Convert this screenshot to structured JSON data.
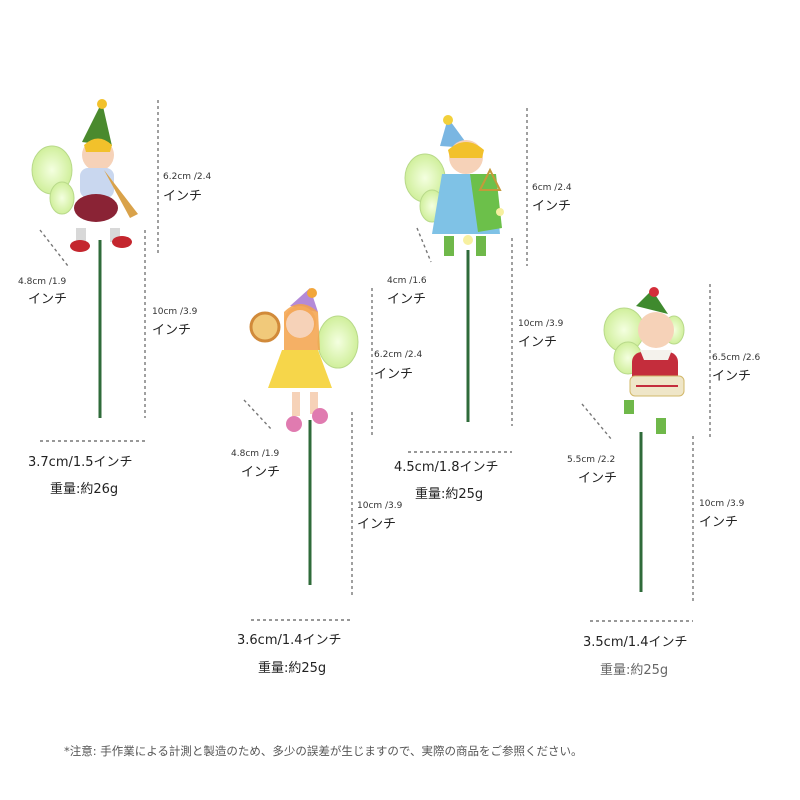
{
  "figures": [
    {
      "height_main": "6.2cm /2.4",
      "height_unit": "インチ",
      "arm_main": "4.8cm /1.9",
      "arm_unit": "インチ",
      "stick_main": "10cm /3.9",
      "stick_unit": "インチ",
      "width": "3.7cm/1.5インチ",
      "weight": "重量:約26g"
    },
    {
      "height_main": "6.2cm /2.4",
      "height_unit": "インチ",
      "arm_main": "4.8cm /1.9",
      "arm_unit": "インチ",
      "stick_main": "10cm /3.9",
      "stick_unit": "インチ",
      "width": "3.6cm/1.4インチ",
      "weight": "重量:約25g"
    },
    {
      "height_main": "6cm /2.4",
      "height_unit": "インチ",
      "arm_main": "4cm /1.6",
      "arm_unit": "インチ",
      "stick_main": "10cm /3.9",
      "stick_unit": "インチ",
      "width": "4.5cm/1.8インチ",
      "weight": "重量:約25g"
    },
    {
      "height_main": "6.5cm /2.6",
      "height_unit": "インチ",
      "arm_main": "5.5cm /2.2",
      "arm_unit": "インチ",
      "stick_main": "10cm /3.9",
      "stick_unit": "インチ",
      "width": "3.5cm/1.4インチ",
      "weight": "重量:約25g"
    }
  ],
  "footnote": "*注意: 手作業による計測と製造のため、多少の誤差が生じますので、実際の商品をご参照ください。",
  "colors": {
    "dash": "#777777",
    "stick": "#2f6b3a",
    "wing": "#d8f0b0"
  }
}
